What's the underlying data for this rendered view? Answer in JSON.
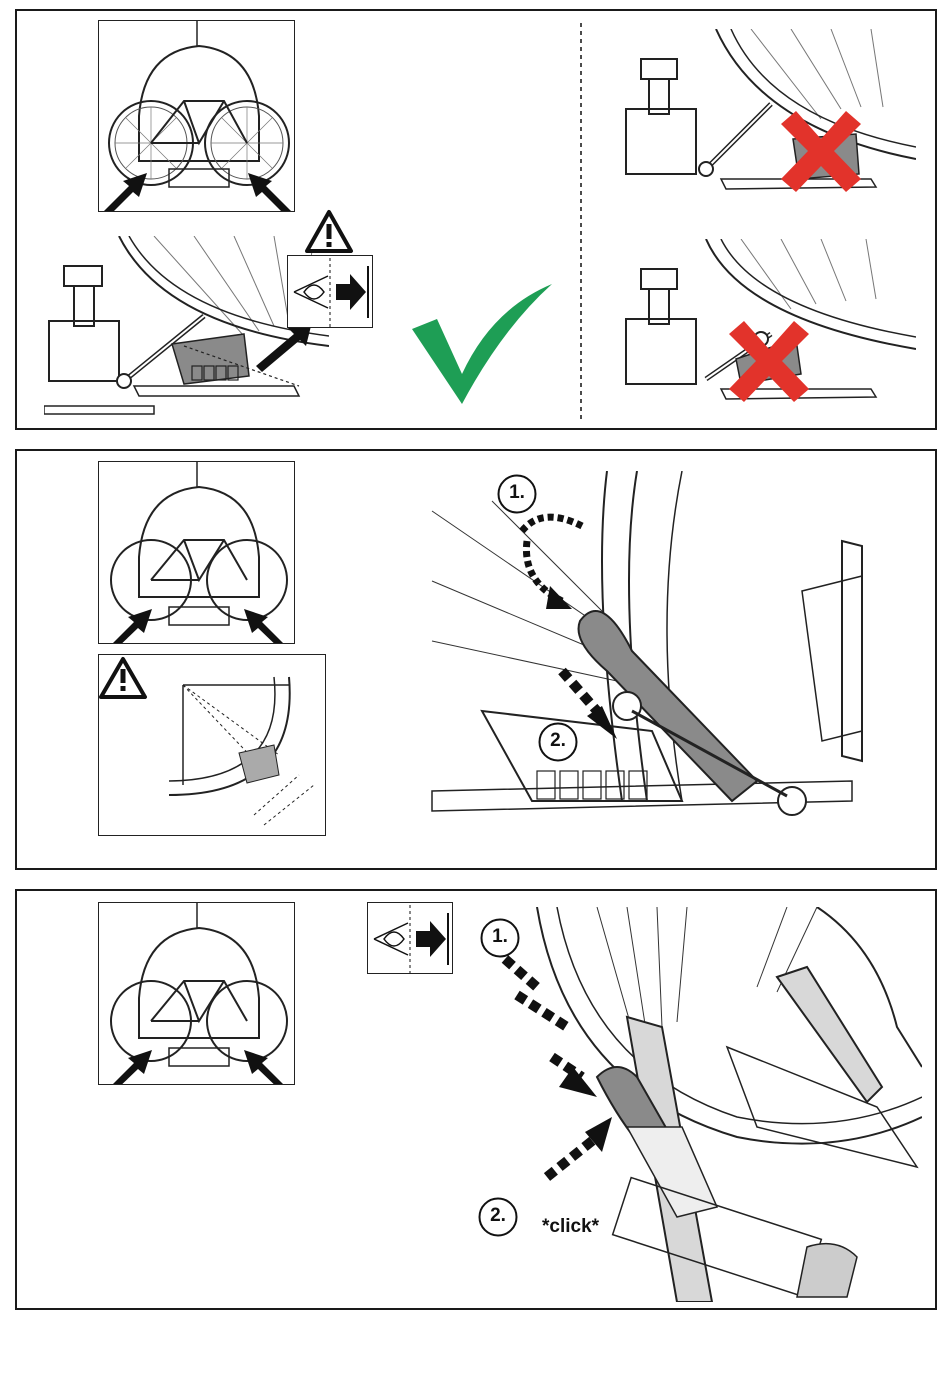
{
  "step_labels": {
    "panel2_step1": "1.",
    "panel2_step2": "2.",
    "panel3_step1": "1.",
    "panel3_step2": "2."
  },
  "sound_effect": "*click*",
  "colors": {
    "correct_check": "#1e9e55",
    "wrong_cross": "#e2332b",
    "strap_gray": "#8a8a8a",
    "line": "#111111"
  },
  "icons": {
    "warning": "warning-triangle-icon",
    "inspect": "eye-arrow-icon",
    "correct": "check-mark-icon",
    "wrong": "cross-mark-icon"
  }
}
